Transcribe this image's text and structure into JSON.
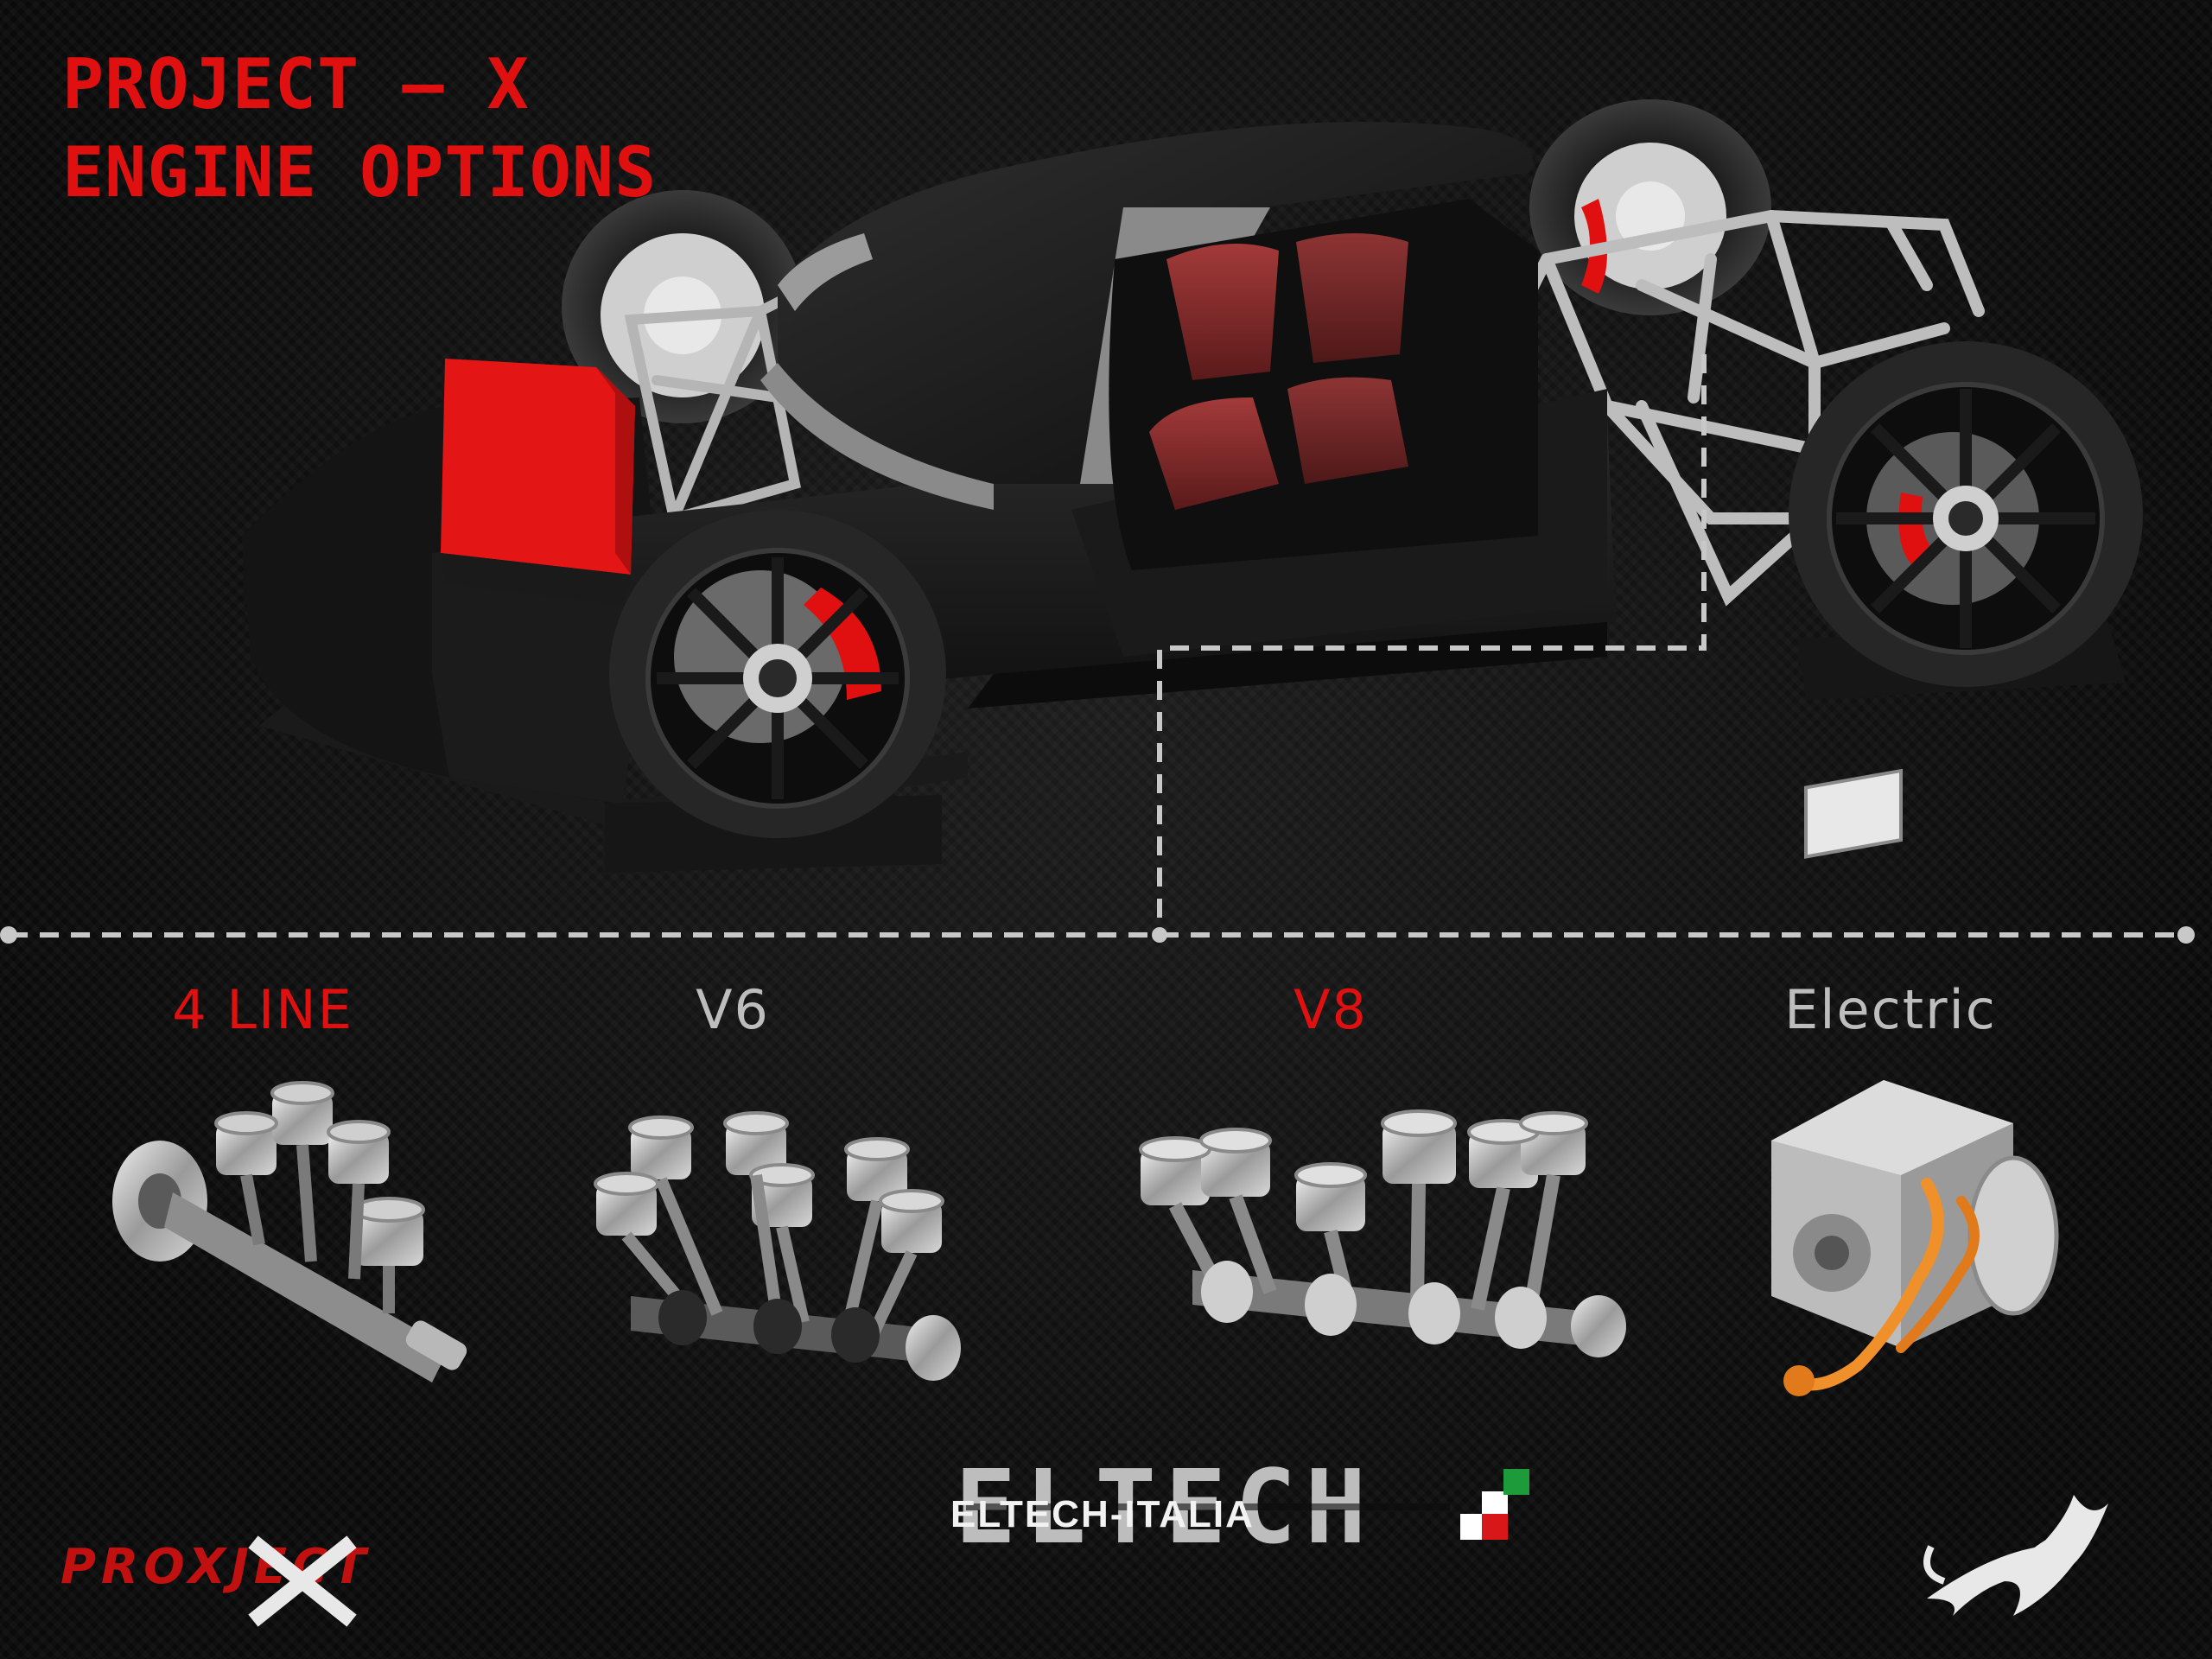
{
  "title": {
    "line1": "PROJECT – X",
    "line2": "ENGINE OPTIONS"
  },
  "engines": [
    {
      "label": "4 LINE",
      "color": "#e01010"
    },
    {
      "label": "V6",
      "color": "#bdbdbd"
    },
    {
      "label": "V8",
      "color": "#e01010"
    },
    {
      "label": "Electric",
      "color": "#bdbdbd"
    }
  ],
  "logos": {
    "proxject": {
      "text": "PROXJECT",
      "icon": "proxject-logo"
    },
    "eltech": {
      "text": "ELTECH",
      "subtitle": "ELTECH-ITALIA",
      "icon": "eltech-logo"
    },
    "horse": {
      "icon": "horse-logo"
    }
  },
  "colors": {
    "accent_red": "#e01010",
    "label_gray": "#bdbdbd",
    "dash_line": "#bfbfbf",
    "flag_green": "#1d9a3a",
    "flag_white": "#ffffff",
    "flag_red": "#d81818"
  }
}
